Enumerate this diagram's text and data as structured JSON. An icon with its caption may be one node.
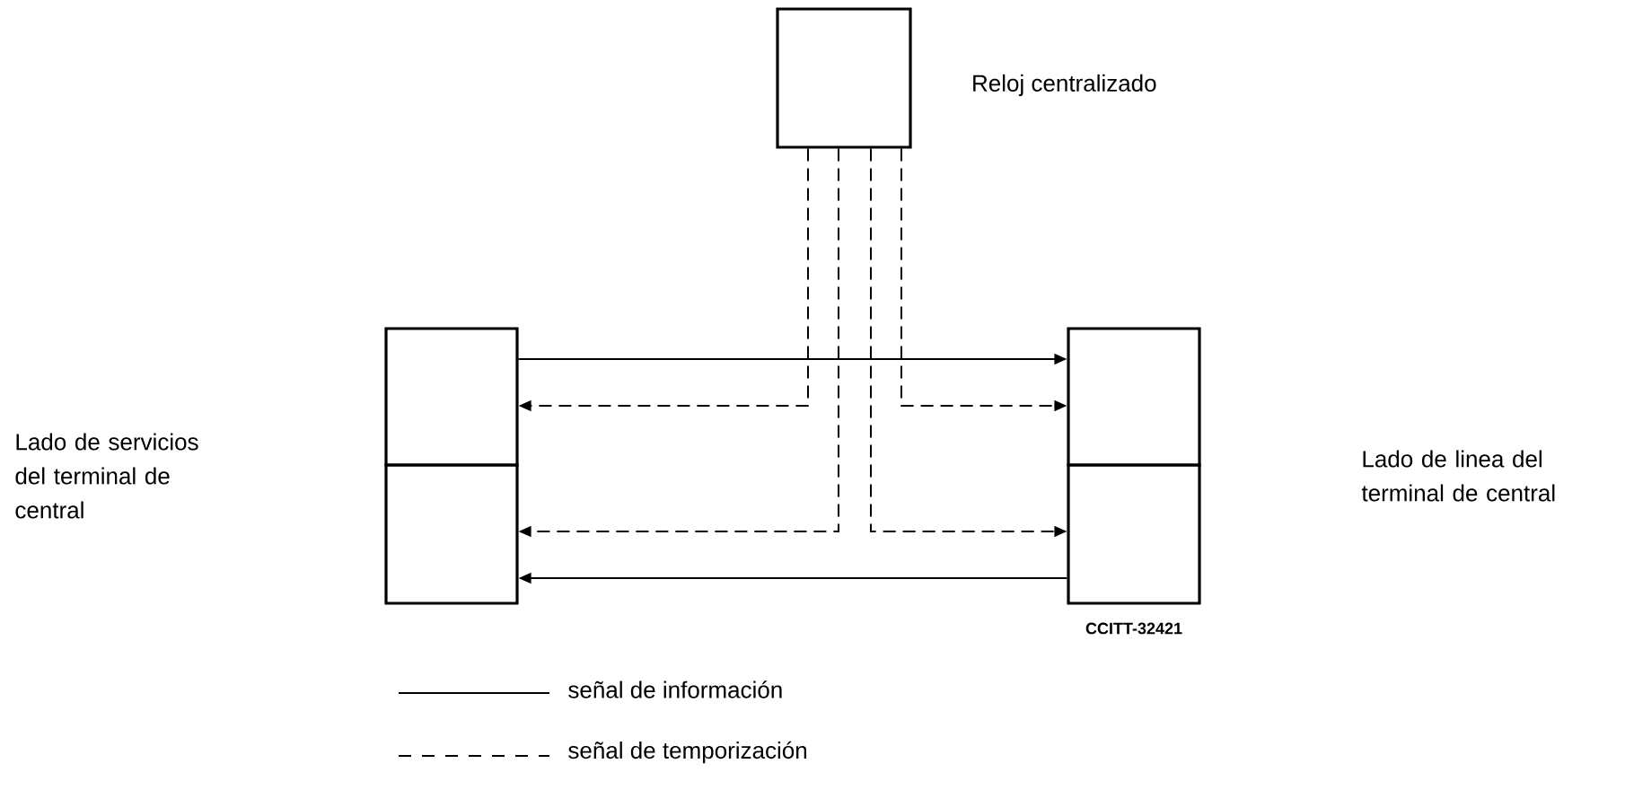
{
  "diagram": {
    "nodes": [
      {
        "text": [],
        "shape": "box",
        "beside": [
          "Reloj centralizado"
        ]
      },
      {
        "text": [],
        "shape": "box"
      },
      {
        "text": [],
        "shape": "box"
      },
      {
        "text": [],
        "shape": "box"
      },
      {
        "text": [],
        "shape": "box"
      }
    ],
    "edges": [
      {
        "from": 1,
        "to": 3,
        "arrow": "to"
      },
      {
        "from": 0,
        "to": 1,
        "arrow": "to",
        "style": "dashed"
      },
      {
        "from": 0,
        "to": 3,
        "arrow": "to",
        "style": "dashed"
      },
      {
        "from": 0,
        "to": 2,
        "arrow": "to",
        "style": "dashed"
      },
      {
        "from": 0,
        "to": 4,
        "arrow": "to",
        "style": "dashed"
      },
      {
        "from": 4,
        "to": 2,
        "arrow": "to"
      }
    ],
    "labels": [
      "Lado de servicios del terminal de central",
      "Lado de linea del terminal de central",
      "CCITT-32421"
    ],
    "legend": [
      {
        "text": "señal de información"
      },
      {
        "text": "señal de temporización"
      }
    ]
  }
}
